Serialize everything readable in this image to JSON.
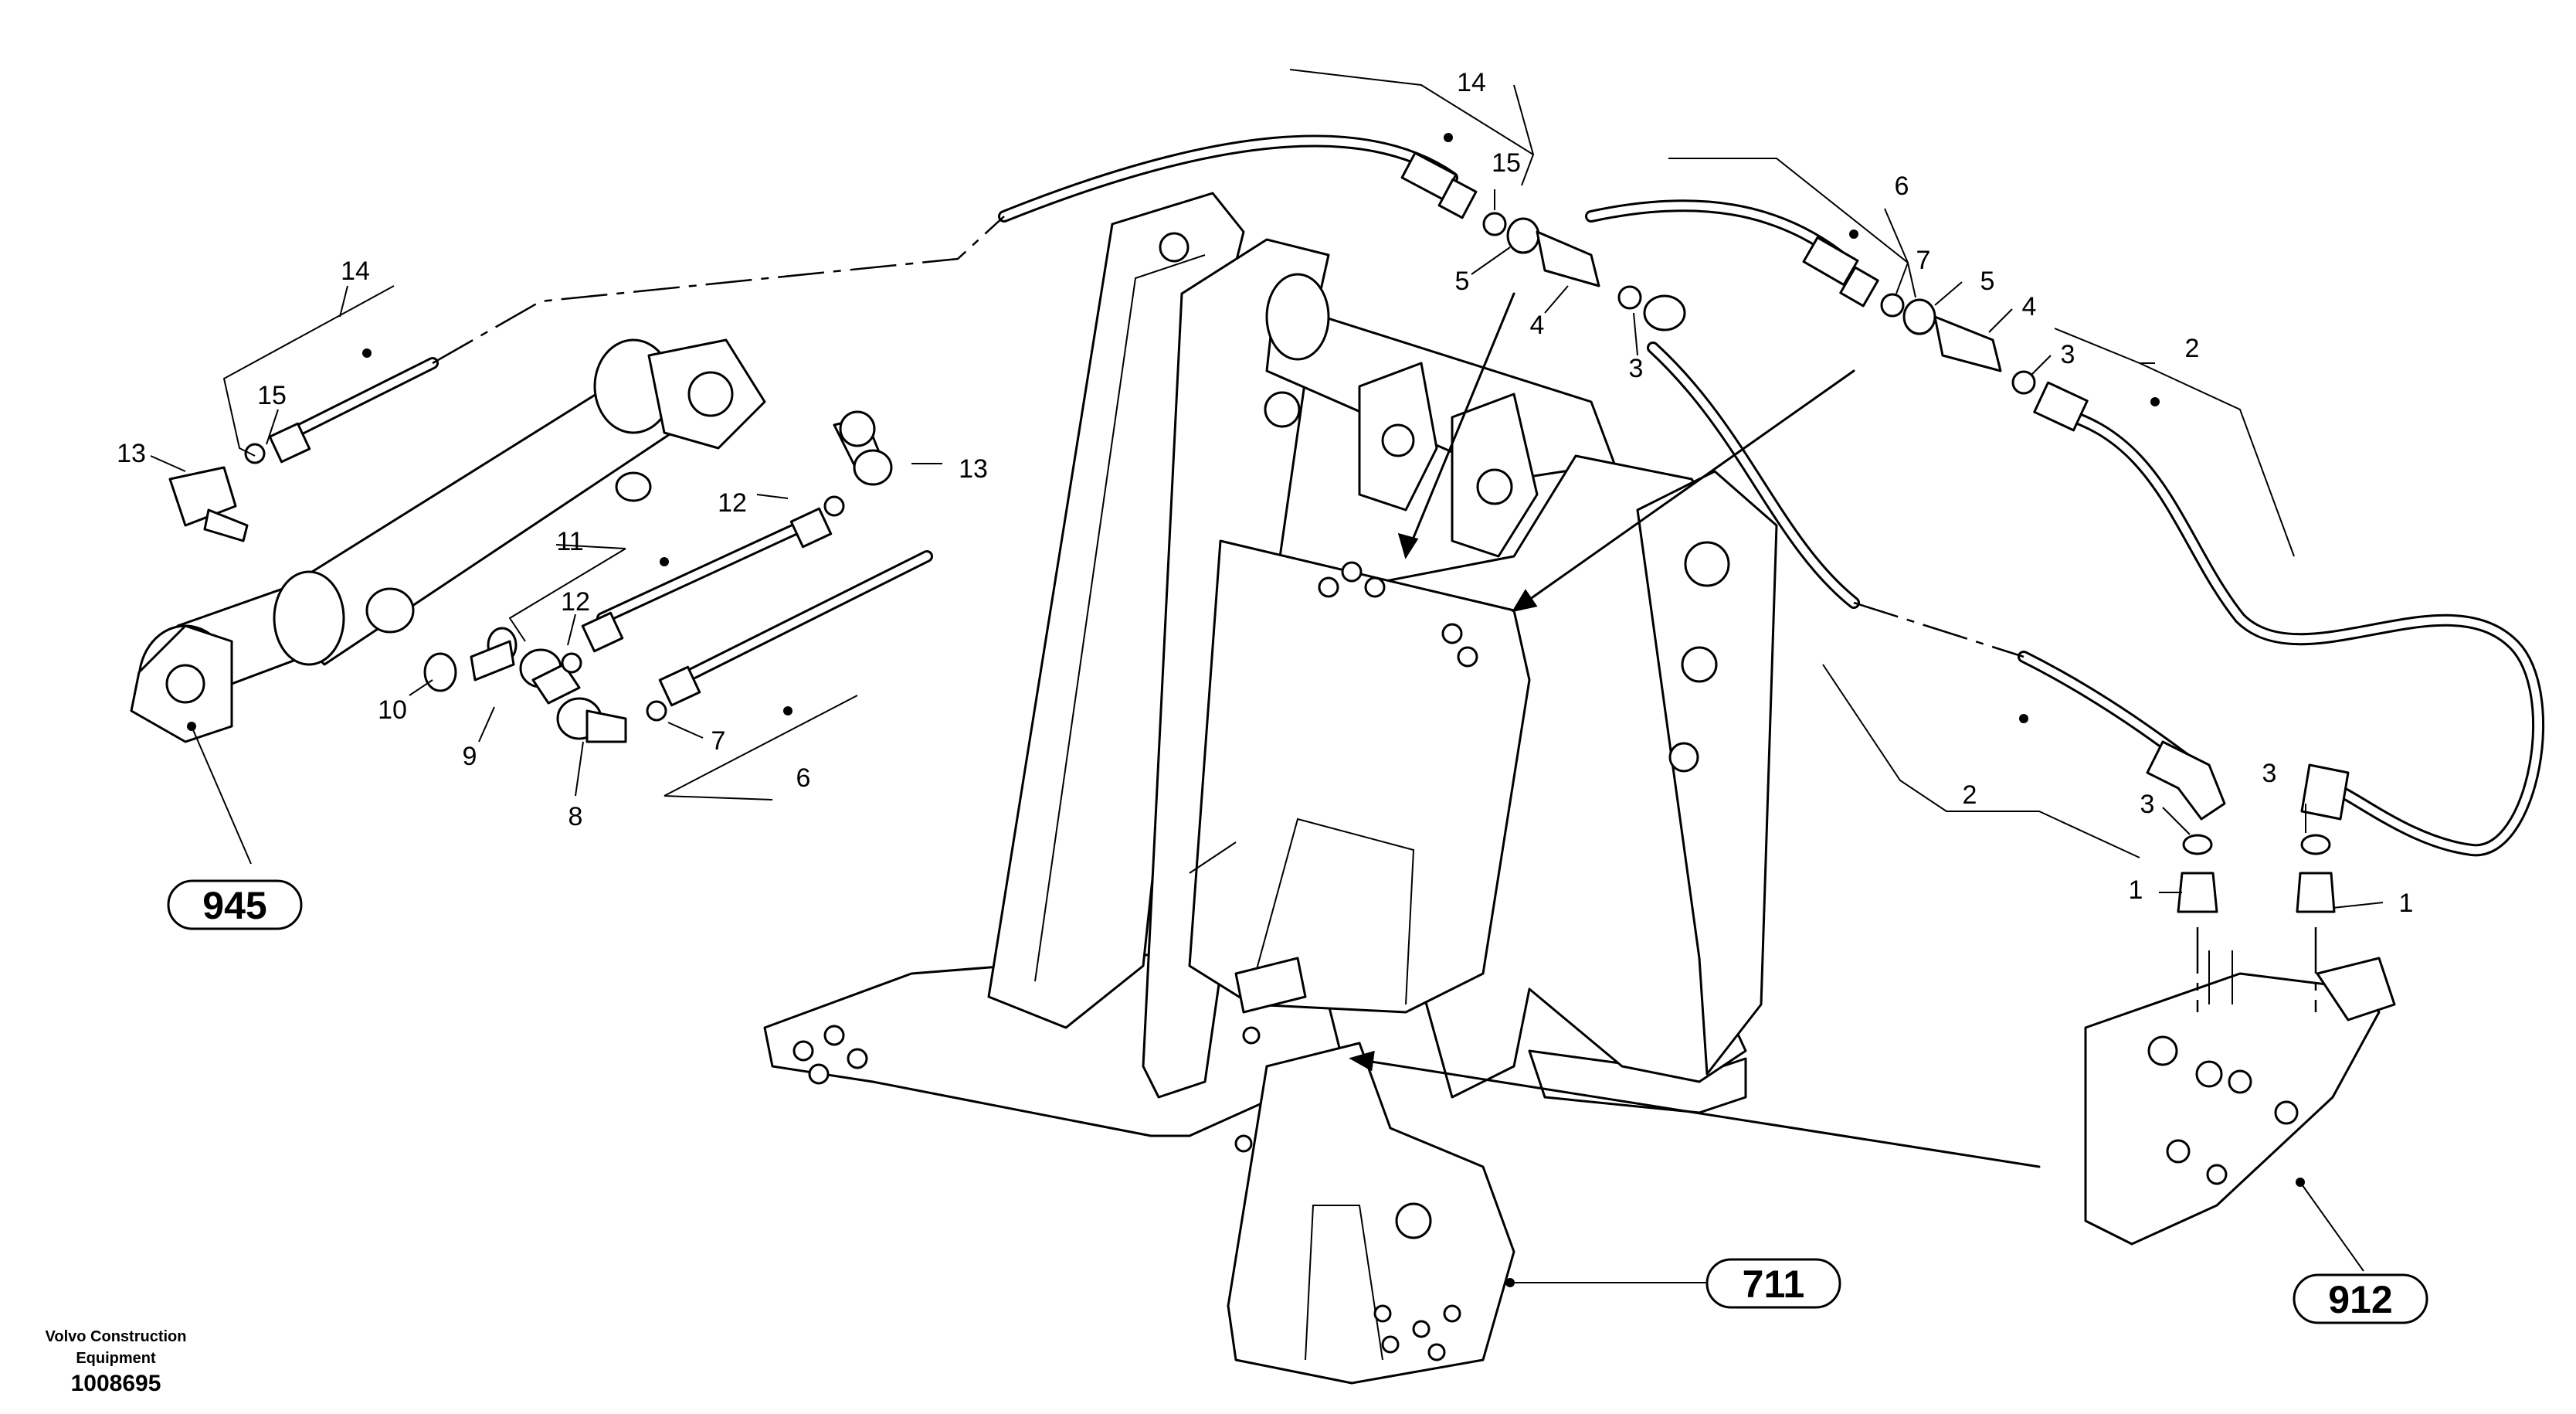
{
  "callouts": {
    "c1a": "1",
    "c1b": "1",
    "c2a": "2",
    "c2b": "2",
    "c3a": "3",
    "c3b": "3",
    "c3c": "3",
    "c3d": "3",
    "c4a": "4",
    "c4b": "4",
    "c5a": "5",
    "c5b": "5",
    "c6a": "6",
    "c6b": "6",
    "c7a": "7",
    "c7b": "7",
    "c8": "8",
    "c9": "9",
    "c10": "10",
    "c11": "11",
    "c12a": "12",
    "c12b": "12",
    "c13a": "13",
    "c13b": "13",
    "c14a": "14",
    "c14b": "14",
    "c15a": "15",
    "c15b": "15"
  },
  "references": {
    "cylinder": "945",
    "frame": "711",
    "valve": "912"
  },
  "footer": {
    "company_line1": "Volvo Construction",
    "company_line2": "Equipment",
    "drawing_number": "1008695"
  }
}
